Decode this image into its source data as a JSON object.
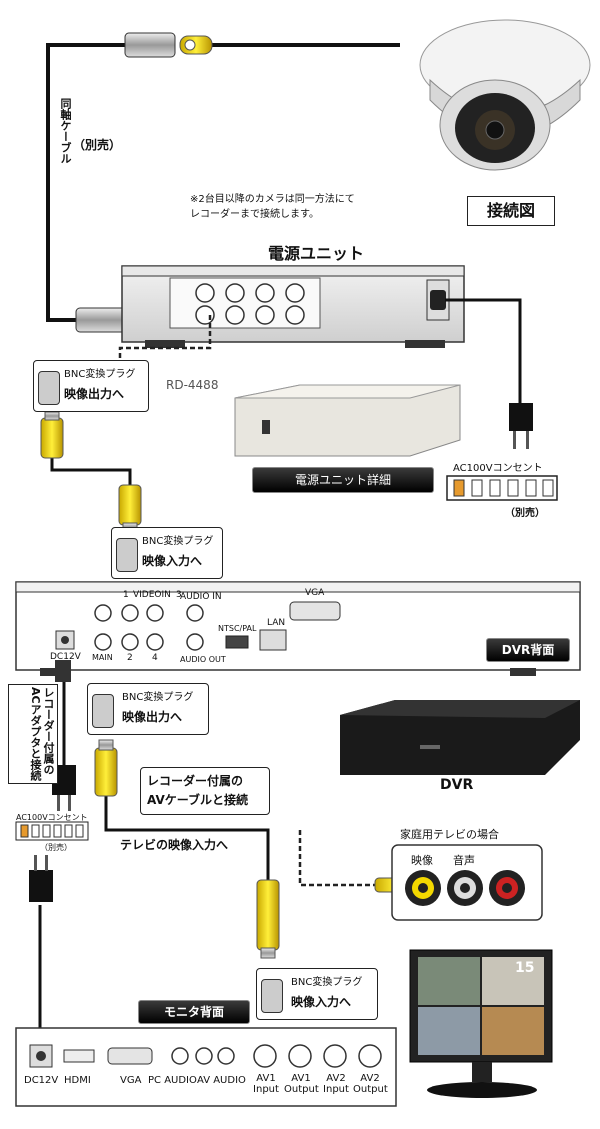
{
  "coax_label": "同軸ケーブル",
  "coax_sold": "（別売）",
  "note_line1": "※2台目以降のカメラは同一方法にて",
  "note_line2": "レコーダーまで接続します。",
  "diagram_title": "接続図",
  "power_unit_title": "電源ユニット",
  "model_name": "RD-4488",
  "power_unit_detail": "電源ユニット詳細",
  "ac_outlet_label": "AC100Vコンセント",
  "ac_outlet_sold": "（別売）",
  "bnc_plug": "BNC変換プラグ",
  "video_out": "映像出力へ",
  "video_in": "映像入力へ",
  "dvr_rear": "DVR背面",
  "dvr_label": "DVR",
  "dvr_ports": {
    "videoin": "VIDEOIN",
    "audio_in": "AUDIO IN",
    "vga": "VGA",
    "lan": "LAN",
    "ntsc_pal": "NTSC/PAL",
    "dc12v": "DC12V",
    "main": "MAIN",
    "p2": "2",
    "p4": "4",
    "audio_out": "AUDIO OUT",
    "n1": "1",
    "n3": "3"
  },
  "adapter_label": "レコーダー付属のACアダプタと接続",
  "av_cable_line1": "レコーダー付属の",
  "av_cable_line2": "AVケーブルと接続",
  "tv_video_in": "テレビの映像入力へ",
  "home_tv_title": "家庭用テレビの場合",
  "tv_video": "映像",
  "tv_audio": "音声",
  "monitor_rear": "モニタ背面",
  "monitor_ports": [
    "DC12V",
    "HDMI",
    "VGA",
    "PC AUDIO",
    "AV AUDIO"
  ],
  "monitor_bnc": [
    {
      "l1": "AV1",
      "l2": "Input"
    },
    {
      "l1": "AV1",
      "l2": "Output"
    },
    {
      "l1": "AV2",
      "l2": "Input"
    },
    {
      "l1": "AV2",
      "l2": "Output"
    }
  ],
  "monitor_screen_number": "15"
}
